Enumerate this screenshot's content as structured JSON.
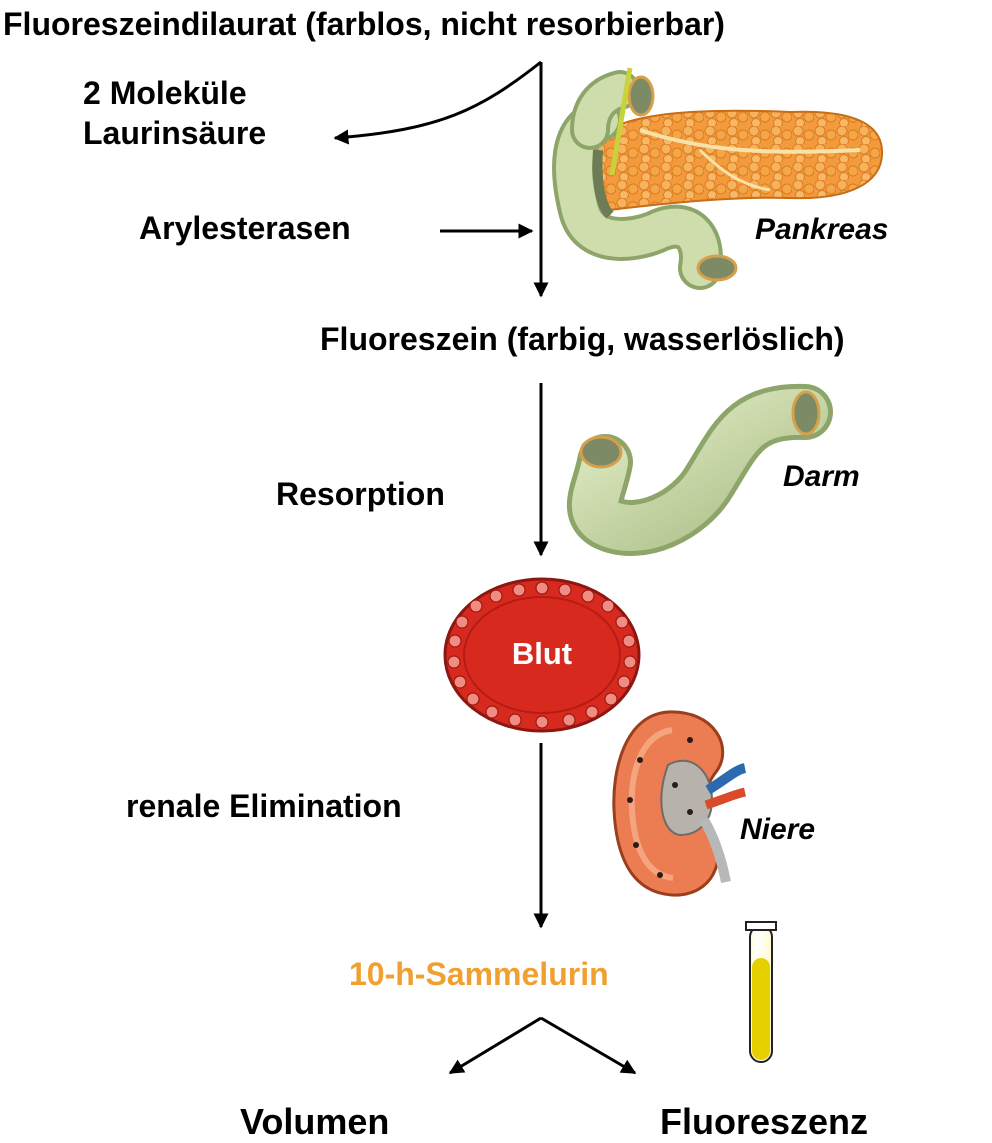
{
  "flow": {
    "substrate": "Fluoreszeindilaurat (farblos, nicht resorbierbar)",
    "byproduct_line1": "2 Moleküle",
    "byproduct_line2": "Laurinsäure",
    "enzyme": "Arylesterasen",
    "product": "Fluoreszein (farbig, wasserlöslich)",
    "step_resorption": "Resorption",
    "blood": "Blut",
    "step_elimination": "renale Elimination",
    "urine": "10-h-Sammelurin",
    "measure_left": "Volumen",
    "measure_right": "Fluoreszenz"
  },
  "organs": {
    "pancreas": "Pankreas",
    "intestine": "Darm",
    "kidney": "Niere"
  },
  "colors": {
    "urine_label": "#f0a030",
    "blood_red": "#d8291f",
    "intestine_green": "#c4d5a0",
    "pancreas_orange": "#f39a3c",
    "kidney_orange": "#ec7c52",
    "urine_yellow": "#e6d000"
  }
}
